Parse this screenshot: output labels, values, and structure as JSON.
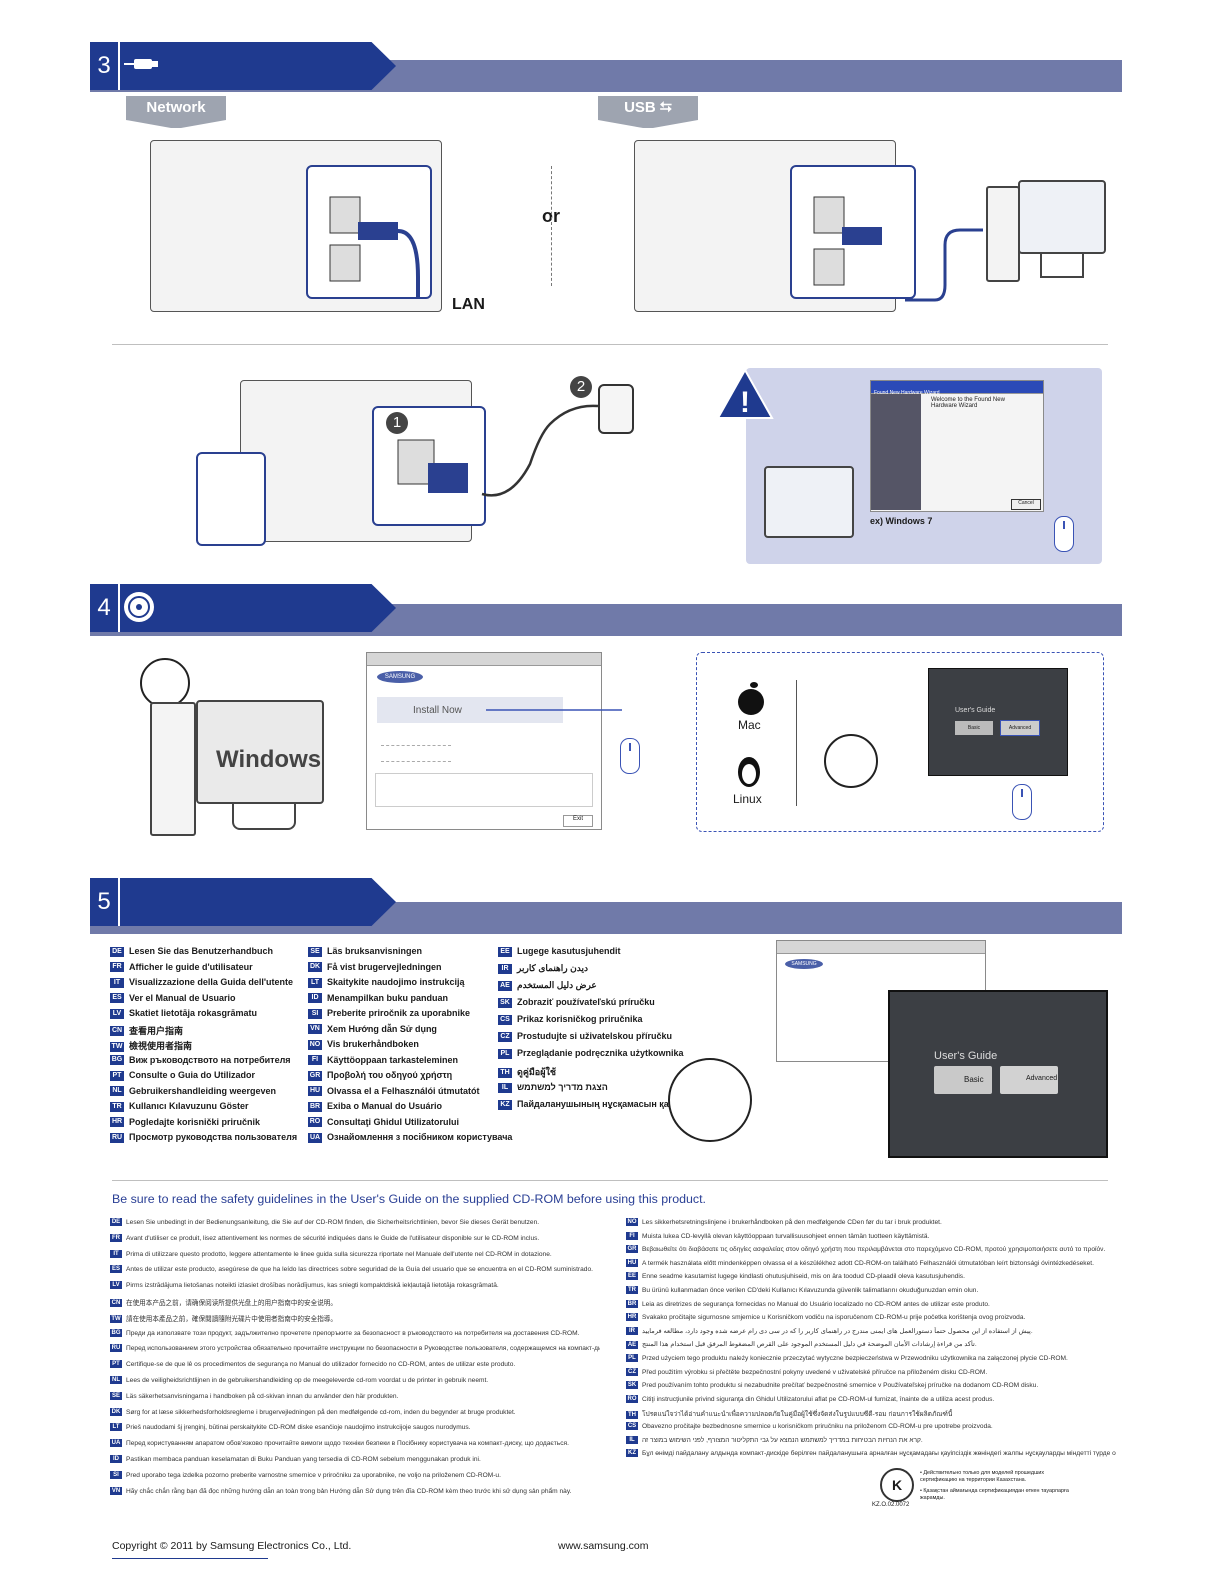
{
  "steps": {
    "s3": {
      "number": "3",
      "icon": "cable-icon"
    },
    "s4": {
      "number": "4",
      "icon": "cd-icon"
    },
    "s5": {
      "number": "5",
      "icon": ""
    }
  },
  "connection": {
    "network_tag": "Network",
    "usb_tag": "USB",
    "or_label": "or",
    "lan_label": "LAN",
    "wizard": {
      "title": "Found New Hardware Wizard",
      "heading": "Welcome to the Found New Hardware Wizard",
      "cancel": "Cancel",
      "caption": "ex) Windows 7"
    }
  },
  "install": {
    "windows_label": "Windows",
    "install_now": "Install Now",
    "brand": "SAMSUNG",
    "exit": "Exit",
    "mac_label": "Mac",
    "linux_label": "Linux",
    "users_guide": "User's Guide",
    "basic": "Basic",
    "advanced": "Advanced"
  },
  "guide_languages": {
    "col1": [
      {
        "code": "DE",
        "text": "Lesen Sie das Benutzerhandbuch"
      },
      {
        "code": "FR",
        "text": "Afficher le guide d'utilisateur"
      },
      {
        "code": "IT",
        "text": "Visualizzazione della Guida dell'utente"
      },
      {
        "code": "ES",
        "text": "Ver el Manual de Usuario"
      },
      {
        "code": "LV",
        "text": "Skatiet lietotāja rokasgrāmatu"
      },
      {
        "code": "CN",
        "text": "查看用户指南"
      },
      {
        "code": "TW",
        "text": "檢視使用者指南"
      },
      {
        "code": "BG",
        "text": "Виж ръководството на потребителя"
      },
      {
        "code": "PT",
        "text": "Consulte o Guia do Utilizador"
      },
      {
        "code": "NL",
        "text": "Gebruikershandleiding weergeven"
      },
      {
        "code": "TR",
        "text": "Kullanıcı Kılavuzunu Göster"
      },
      {
        "code": "HR",
        "text": "Pogledajte korisnički priručnik"
      },
      {
        "code": "RU",
        "text": "Просмотр руководства пользователя"
      }
    ],
    "col2": [
      {
        "code": "SE",
        "text": "Läs bruksanvisningen"
      },
      {
        "code": "DK",
        "text": "Få vist brugervejledningen"
      },
      {
        "code": "LT",
        "text": "Skaitykite naudojimo instrukciją"
      },
      {
        "code": "ID",
        "text": "Menampilkan buku panduan"
      },
      {
        "code": "SI",
        "text": "Preberite priročnik za uporabnike"
      },
      {
        "code": "VN",
        "text": "Xem Hướng dẫn Sử dụng"
      },
      {
        "code": "NO",
        "text": "Vis brukerhåndboken"
      },
      {
        "code": "FI",
        "text": "Käyttöoppaan tarkasteleminen"
      },
      {
        "code": "GR",
        "text": "Προβολή του οδηγού χρήστη"
      },
      {
        "code": "HU",
        "text": "Olvassa el a Felhasználói útmutatót"
      },
      {
        "code": "BR",
        "text": "Exiba o Manual do Usuário"
      },
      {
        "code": "RO",
        "text": "Consultaţi Ghidul Utilizatorului"
      },
      {
        "code": "UA",
        "text": "Ознайомлення з посібником користувача"
      }
    ],
    "col3": [
      {
        "code": "EE",
        "text": "Lugege kasutusjuhendit"
      },
      {
        "code": "IR",
        "text": "دیدن راهنمای کاربر"
      },
      {
        "code": "AE",
        "text": "عرض دليل المستخدم"
      },
      {
        "code": "SK",
        "text": "Zobraziť používateľskú príručku"
      },
      {
        "code": "CS",
        "text": "Prikaz korisničkog priručnika"
      },
      {
        "code": "CZ",
        "text": "Prostudujte si uživatelskou příručku"
      },
      {
        "code": "PL",
        "text": "Przeglądanie podręcznika użytkownika"
      },
      {
        "code": "TH",
        "text": "ดูคู่มือผู้ใช้"
      },
      {
        "code": "IL",
        "text": "הצגת מדריך למשתמש"
      },
      {
        "code": "KZ",
        "text": "Пайдаланушының нұсқамасын қарауыз"
      }
    ]
  },
  "safety": {
    "heading": "Be sure to read the safety guidelines in the User's Guide on the supplied CD-ROM before using this product.",
    "left": [
      {
        "code": "DE",
        "text": "Lesen Sie unbedingt in der Bedienungsanleitung, die Sie auf der CD-ROM finden, die Sicherheitsrichtlinien, bevor Sie dieses Gerät benutzen."
      },
      {
        "code": "FR",
        "text": "Avant d'utiliser ce produit, lisez attentivement les normes de sécurité indiquées dans le Guide de l'utilisateur disponible sur le CD-ROM inclus."
      },
      {
        "code": "IT",
        "text": "Prima di utilizzare questo prodotto, leggere attentamente le linee guida sulla sicurezza riportate nel Manuale dell'utente nel CD-ROM in dotazione."
      },
      {
        "code": "ES",
        "text": "Antes de utilizar este producto, asegúrese de que ha leído las directrices sobre seguridad de la Guía del usuario que se encuentra en el CD-ROM suministrado."
      },
      {
        "code": "LV",
        "text": "Pirms izstrādājuma lietošanas noteikti izlasiet drošības norādījumus, kas sniegti kompaktdiskā iekļautajā lietotāja rokasgrāmatā."
      },
      {
        "code": "CN",
        "text": "在使用本产品之前，请确保阅读所提供光盘上的用户指南中的安全说明。"
      },
      {
        "code": "TW",
        "text": "請在使用本產品之前，確保閱讀隨附光碟片中使用者指南中的安全指導。"
      },
      {
        "code": "BG",
        "text": "Преди да използвате този продукт, задължително прочетете препоръките за безопасност в ръководството на потребителя на доставения CD-ROM."
      },
      {
        "code": "RU",
        "text": "Перед использованием этого устройства обязательно прочитайте инструкции по безопасности в Руководстве пользователя, содержащемся на компакт-диске, поставляемом с устройством."
      },
      {
        "code": "PT",
        "text": "Certifique-se de que lê os procedimentos de segurança no Manual do utilizador fornecido no CD-ROM, antes de utilizar este produto."
      },
      {
        "code": "NL",
        "text": "Lees de veiligheidsrichtlijnen in de gebruikershandleiding op de meegeleverde cd-rom voordat u de printer in gebruik neemt."
      },
      {
        "code": "SE",
        "text": "Läs säkerhetsanvisningarna i handboken på cd-skivan innan du använder den här produkten."
      },
      {
        "code": "DK",
        "text": "Sørg for at læse sikkerhedsforholdsreglerne i brugervejledningen på den medfølgende cd-rom, inden du begynder at bruge produktet."
      },
      {
        "code": "LT",
        "text": "Prieš naudodami šį įrenginį, būtinai perskaitykite CD-ROM diske esančioje naudojimo instrukcijoje saugos nurodymus."
      },
      {
        "code": "UA",
        "text": "Перед користуванням апаратом обов'язково прочитайте вимоги щодо техніки безпеки в Посібнику користувача на компакт-диску, що додається."
      },
      {
        "code": "ID",
        "text": "Pastikan membaca panduan keselamatan di Buku Panduan yang tersedia di CD-ROM sebelum menggunakan produk ini."
      },
      {
        "code": "SI",
        "text": "Pred uporabo tega izdelka pozorno preberite varnostne smernice v priročniku za uporabnike, ne voljo na priloženem CD-ROM-u."
      },
      {
        "code": "VN",
        "text": "Hãy chắc chắn rằng bạn đã đọc những hướng dẫn an toàn trong bản Hướng dẫn Sử dụng trên đĩa CD-ROM kèm theo trước khi sử dụng sản phẩm này."
      }
    ],
    "right": [
      {
        "code": "NO",
        "text": "Les sikkerhetsretningslinjene i brukerhåndboken på den medfølgende CDen før du tar i bruk produktet."
      },
      {
        "code": "FI",
        "text": "Muista lukea CD-levyllä olevan käyttöoppaan turvallisuusohjeet ennen tämän tuotteen käyttämistä."
      },
      {
        "code": "GR",
        "text": "Βεβαιωθείτε ότι διαβάσατε τις οδηγίες ασφαλείας στον οδηγό χρήστη που περιλαμβάνεται στο παρεχόμενο CD-ROM, προτού χρησιμοποιήσετε αυτό το προϊόν."
      },
      {
        "code": "HU",
        "text": "A termék használata előtt mindenképpen olvassa el a készülékhez adott CD-ROM-on található Felhasználói útmutatóban leírt biztonsági óvintézkedéseket."
      },
      {
        "code": "EE",
        "text": "Enne seadme kasutamist lugege kindlasti ohutusjuhiseid, mis on ära toodud CD-plaadil oleva kasutusjuhendis."
      },
      {
        "code": "TR",
        "text": "Bu ürünü kullanmadan önce verilen CD'deki Kullanıcı Kılavuzunda güvenlik talimatlarını okuduğunuzdan emin olun."
      },
      {
        "code": "BR",
        "text": "Leia as diretrizes de segurança fornecidas no Manual do Usuário localizado no CD-ROM antes de utilizar este produto."
      },
      {
        "code": "HR",
        "text": "Svakako pročitajte sigurnosne smjernice u Korisničkom vodiču na isporučenom CD-ROM-u prije početka korištenja ovog proizvoda."
      },
      {
        "code": "IR",
        "text": "پیش از استفاده از این محصول حتماً دستورالعمل های ایمنی مندرج در راهنمای کاربر را که در سی دی رام عرضه شده وجود دارد، مطالعه فرمایید."
      },
      {
        "code": "AE",
        "text": "تأكد من قراءة إرشادات الأمان الموضحة في دليل المستخدم الموجود على القرص المضغوط المرفق قبل استخدام هذا المنتج."
      },
      {
        "code": "PL",
        "text": "Przed użyciem tego produktu należy koniecznie przeczytać wytyczne bezpieczeństwa w Przewodniku użytkownika na załączonej płycie CD-ROM."
      },
      {
        "code": "CZ",
        "text": "Před použitím výrobku si přečtěte bezpečnostní pokyny uvedené v uživatelské příručce na přiloženém disku CD-ROM."
      },
      {
        "code": "SK",
        "text": "Pred používaním tohto produktu si nezabudnite prečítať bezpečnostné smernice v Používateľskej príručke na dodanom CD-ROM disku."
      },
      {
        "code": "RO",
        "text": "Citiţi instrucţiunile privind siguranţa din Ghidul Utilizatorului aflat pe CD-ROM-ul furnizat, înainte de a utiliza acest produs."
      },
      {
        "code": "TH",
        "text": "โปรดแน่ใจว่าได้อ่านคำแนะนำเพื่อความปลอดภัยในคู่มือผู้ใช้ซึ่งจัดส่งในรูปแบบซีดี-รอม ก่อนการใช้ผลิตภัณฑ์นี้"
      },
      {
        "code": "CS",
        "text": "Obavezno pročitajte bezbednosne smernice u korisničkom priručniku na priloženom CD-ROM-u pre upotrebe proizvoda."
      },
      {
        "code": "IL",
        "text": "קרא את הנחיות הבטיחות במדריך למשתמש הנמצא על גבי התקליטור המצורף, לפני השימוש במוצר זה."
      },
      {
        "code": "KZ",
        "text": "Бұл өнімді пайдалану алдында компакт-дискіде берілген пайдаланушыға арналған нұсқамадағы қауіпсіздік жөніндегі жалпы нұсқауларды міндетті түрде оқып шығыңыз."
      }
    ],
    "cert_code": "KZ.O.02.0072",
    "cert_note_1": "• Действительно только для моделей прошедших сертификацию на территории Казахстана.",
    "cert_note_2": "• Қазақстан аймағында сертификациядан өткен тауарларға жарамды."
  },
  "footer": {
    "copyright": "Copyright © 2011 by Samsung Electronics Co., Ltd.",
    "website": "www.samsung.com"
  },
  "colors": {
    "accent": "#1f3a8f",
    "band": "#707aa9",
    "panel": "#cfd3ea"
  }
}
